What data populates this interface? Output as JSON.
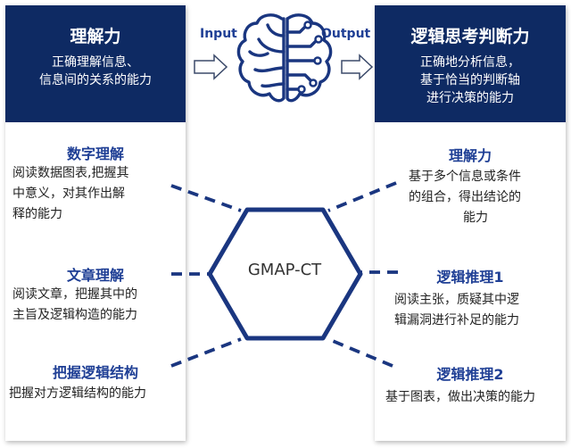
{
  "top": {
    "input_label": "Input",
    "output_label": "Output"
  },
  "left_panel": {
    "header": {
      "title": "理解力",
      "description_lines": [
        "正确理解信息、",
        "信息间的关系的能力"
      ]
    },
    "items": [
      {
        "title": "数字理解",
        "description_lines": [
          "阅读数据图表,把握其",
          "中意义，对其作出解",
          "释的能力"
        ]
      },
      {
        "title": "文章理解",
        "description_lines": [
          "阅读文章，把握其中的",
          "主旨及逻辑构造的能力"
        ]
      },
      {
        "title": "把握逻辑结构",
        "description_lines": [
          "把握对方逻辑结构的能力"
        ]
      }
    ]
  },
  "right_panel": {
    "header": {
      "title": "逻辑思考判断力",
      "description_lines": [
        "正确地分析信息，",
        "基于恰当的判断轴",
        "进行决策的能力"
      ]
    },
    "items": [
      {
        "title": "理解力",
        "description_lines": [
          "基于多个信息或条件",
          "的组合，得出结论的",
          "能力"
        ]
      },
      {
        "title": "逻辑推理1",
        "description_lines": [
          "阅读主张，质疑其中逻",
          "辑漏洞进行补足的能力"
        ]
      },
      {
        "title": "逻辑推理2",
        "description_lines": [
          "基于图表，做出决策的能力"
        ]
      }
    ]
  },
  "center": {
    "label": "GMAP-CT",
    "icon": "brain-circuit-icon"
  },
  "colors": {
    "header_bg": "#0e2a63",
    "accent": "#1f3f95",
    "connector": "#1a3680",
    "hexagon": "#1a3680"
  }
}
